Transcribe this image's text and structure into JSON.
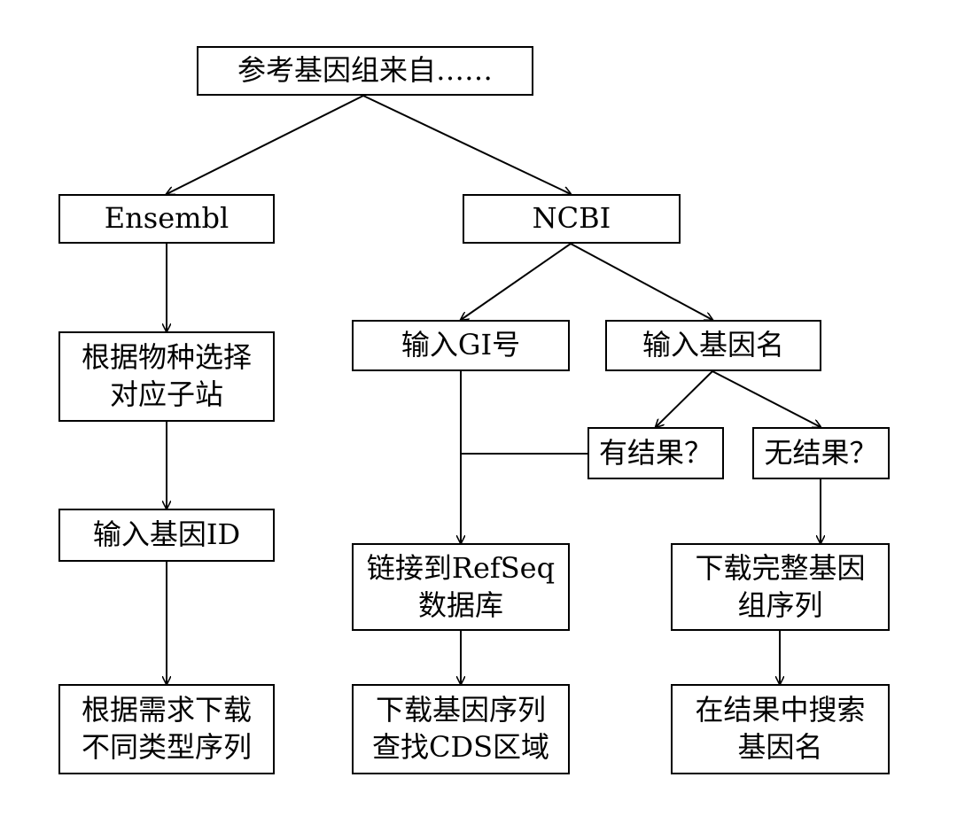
{
  "colors": {
    "stroke": "#000000",
    "text": "#000000",
    "background": "#ffffff"
  },
  "nodes": {
    "root": "参考基因组来自……",
    "ensembl": "Ensembl",
    "ncbi": "NCBI",
    "select_species": "根据物种选择\n对应子站",
    "input_gene_id": "输入基因ID",
    "download_types": "根据需求下载\n不同类型序列",
    "input_gi": "输入GI号",
    "input_gene_name": "输入基因名",
    "has_result": "有结果？",
    "no_result": "无结果？",
    "link_refseq": "链接到RefSeq\n数据库",
    "download_genome": "下载完整基因\n组序列",
    "download_find_cds": "下载基因序列\n查找CDS区域",
    "search_gene_name": "在结果中搜索\n基因名"
  }
}
